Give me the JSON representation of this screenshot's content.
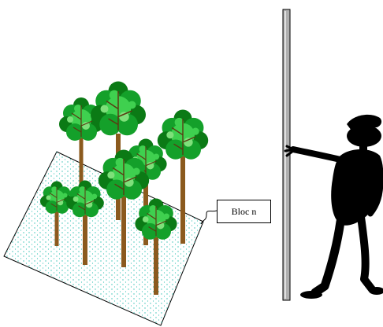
{
  "scene": {
    "label": "Bloc n",
    "colors": {
      "plot_fill": "#ffffff",
      "plot_dots": "#34c2b4",
      "leaf_dark": "#0b7a15",
      "leaf_mid": "#14a02a",
      "leaf_light": "#3fd04f",
      "trunk": "#8b5a1e",
      "trunk_dark": "#5a3a12",
      "pole": "#b0b0b0",
      "figure": "#000000"
    },
    "icons": {
      "plot": "plot-square",
      "trees": "tree-icon",
      "pole": "measuring-pole",
      "figure": "silhouette-person"
    }
  }
}
